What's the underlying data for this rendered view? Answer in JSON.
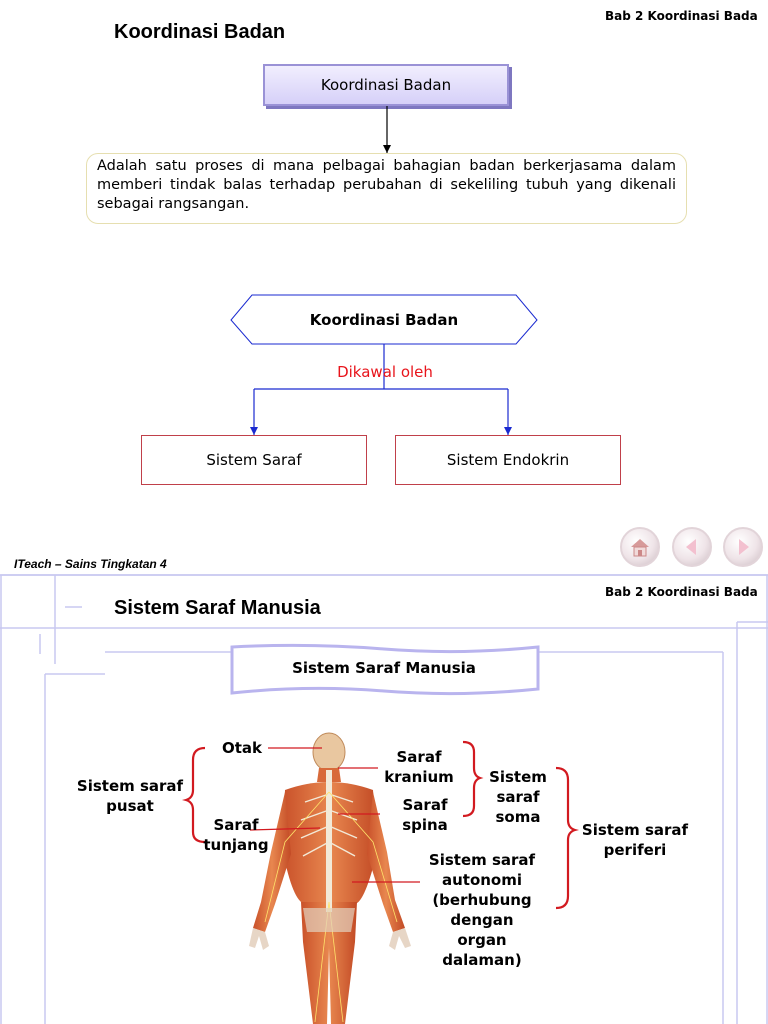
{
  "chapter": "Bab 2 Koordinasi Bada",
  "slide1": {
    "title": "Koordinasi Badan",
    "concept_box": "Koordinasi Badan",
    "definition": "Adalah satu proses di mana pelbagai bahagian badan berkerjasama dalam memberi tindak balas terhadap perubahan di sekeliling tubuh yang dikenali sebagai rangsangan.",
    "hexagon": "Koordinasi Badan",
    "controlled_by": "Dikawal oleh",
    "branches": [
      "Sistem Saraf",
      "Sistem Endokrin"
    ]
  },
  "footer": {
    "credit": "ITeach – Sains Tingkatan 4"
  },
  "nav": {
    "icons": [
      "home-icon",
      "previous-icon",
      "next-icon"
    ]
  },
  "slide2": {
    "title": "Sistem Saraf Manusia",
    "banner": "Sistem Saraf Manusia",
    "labels": {
      "otak": "Otak",
      "saraf_tunjang": [
        "Saraf",
        "tunjang"
      ],
      "sistem_saraf_pusat": [
        "Sistem saraf",
        "pusat"
      ],
      "saraf_kranium": [
        "Saraf",
        "kranium"
      ],
      "saraf_spina": [
        "Saraf",
        "spina"
      ],
      "sistem_saraf_soma": [
        "Sistem",
        "saraf",
        "soma"
      ],
      "sistem_saraf_periferi": [
        "Sistem saraf",
        "periferi"
      ],
      "sistem_saraf_autonomi": [
        "Sistem saraf",
        "autonomi",
        "(berhubung",
        "dengan",
        "organ",
        "dalaman)"
      ]
    }
  },
  "colors": {
    "accent_red": "#e8141b",
    "box_border": "#c0404a",
    "arrow_blue": "#1a2ad0",
    "frame_lavender": "#c8c8f0"
  }
}
